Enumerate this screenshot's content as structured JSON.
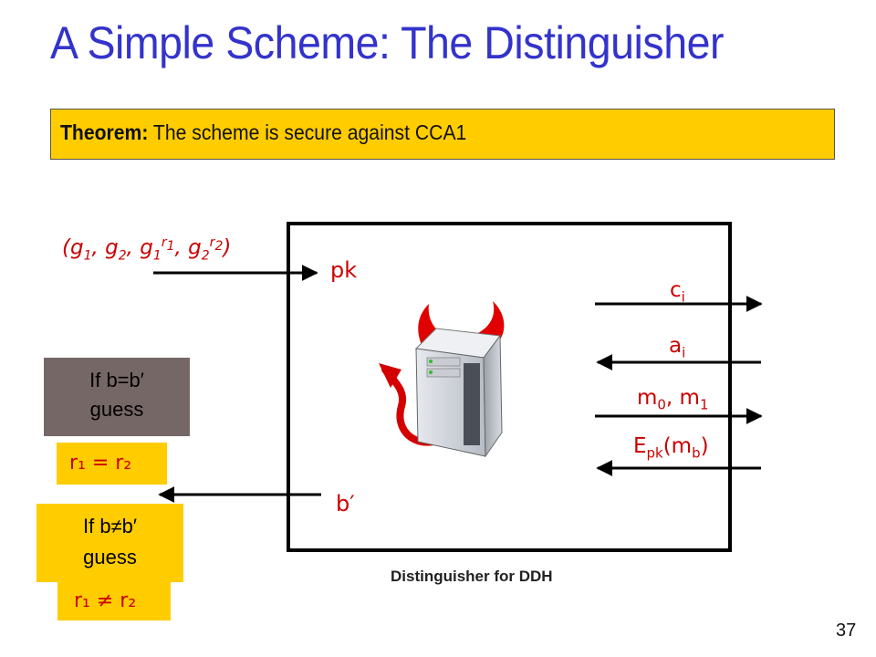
{
  "title": "A Simple Scheme: The Distinguisher",
  "theorem": {
    "label": "Theorem:",
    "text": " The scheme is secure against CCA1"
  },
  "diagram": {
    "tuple": {
      "open": "(",
      "g": "g",
      "one": "1",
      "two": "2",
      "r1": "r",
      "r2": "r",
      "sep": ", ",
      "close": ")"
    },
    "pk_label": "pk",
    "ci_label": "c",
    "ci_sub": "i",
    "ai_label": "a",
    "ai_sub": "i",
    "m_label": "m",
    "m0_sub": "0",
    "m_sep": ", m",
    "m1_sub": "1",
    "epk_label": "E",
    "epk_sub": "pk",
    "epk_arg": "(m",
    "epk_arg_sub": "b",
    "epk_close": ")",
    "bprime_label": "b′",
    "caption": "Distinguisher for DDH"
  },
  "guess_equal": {
    "line1": "If b=b′",
    "line2": "guess",
    "result": "r₁ = r₂"
  },
  "guess_notequal": {
    "line1": "If b≠b′",
    "line2": "guess",
    "result": "r₁ ≠ r₂"
  },
  "slide_number": "37",
  "colors": {
    "title": "#3333cc",
    "accent_red": "#cc0000",
    "highlight": "#ffcc00",
    "gray_box": "#766767"
  }
}
